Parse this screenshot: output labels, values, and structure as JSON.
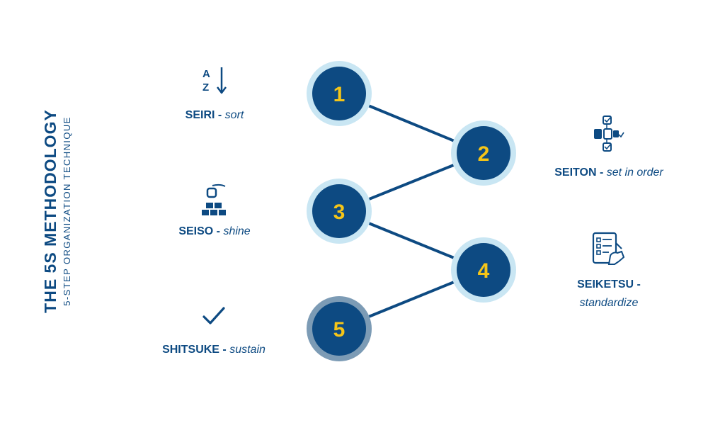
{
  "title": "THE 5S METHODOLOGY",
  "subtitle": "5-STEP ORGANIZATION TECHNIQUE",
  "colors": {
    "navy": "#0d4a82",
    "halo": "#c9e6f3",
    "halo_last": "#7c9bb5",
    "number": "#f5c518"
  },
  "steps": [
    {
      "number": "1",
      "name": "SEIRI",
      "sep": " - ",
      "meaning": "sort",
      "icon": "a-z-sort-icon"
    },
    {
      "number": "2",
      "name": "SEITON",
      "sep": " - ",
      "meaning": "set in order",
      "icon": "organize-flow-icon"
    },
    {
      "number": "3",
      "name": "SEISO",
      "sep": " - ",
      "meaning": "shine",
      "icon": "cleaning-spray-icon"
    },
    {
      "number": "4",
      "name": "SEIKETSU",
      "sep": " -",
      "meaning": "standardize",
      "icon": "checklist-clipboard-icon"
    },
    {
      "number": "5",
      "name": "SHITSUKE",
      "sep": " - ",
      "meaning": "sustain",
      "icon": "checkmark-icon"
    }
  ]
}
